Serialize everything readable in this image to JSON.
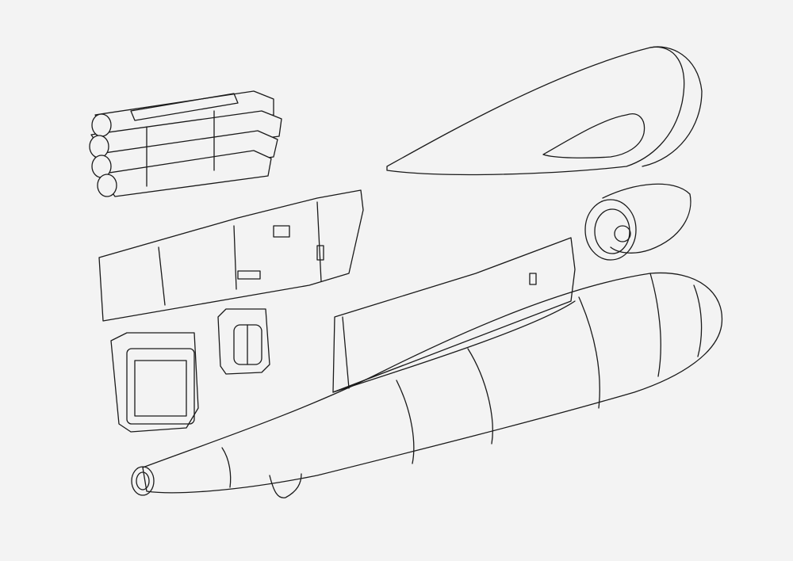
{
  "drawing": {
    "background_color": "#f3f3f3",
    "line_color": "#1a1a1a",
    "parts": [
      {
        "id": "rocket-pod-cluster"
      },
      {
        "id": "nose-cone"
      },
      {
        "id": "sensor-head"
      },
      {
        "id": "fairing-panel"
      },
      {
        "id": "open-box-part"
      },
      {
        "id": "electronics-block"
      },
      {
        "id": "main-pod-body"
      },
      {
        "id": "dorsal-fairing"
      }
    ]
  }
}
